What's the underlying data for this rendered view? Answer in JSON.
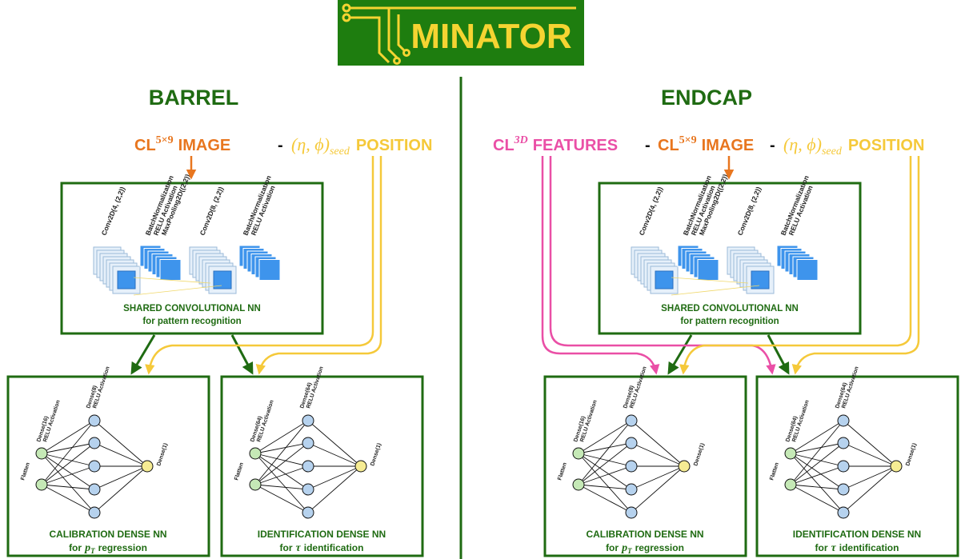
{
  "logo": {
    "text": "MINATOR",
    "bg": "#1e7d0f",
    "fg": "#f5d432"
  },
  "colors": {
    "green": "#1f6b12",
    "orange": "#e8761f",
    "yellow": "#f5c93a",
    "magenta": "#ea4fa6",
    "blue": "#3e94ec",
    "node_green": "#c5e9b6",
    "node_blue": "#b6d2ee",
    "node_yellow": "#f6ec93"
  },
  "barrel": {
    "title": "BARREL",
    "cl_label": "CL",
    "cl_sup": "5×9",
    "image_label": "IMAGE",
    "dash": "-",
    "pos_formula": "(η, ϕ)",
    "pos_sub": "seed",
    "pos_label": "POSITION"
  },
  "endcap": {
    "title": "ENDCAP",
    "cl3d_label": "CL",
    "cl3d_sup": "3D",
    "features_label": "FEATURES",
    "dash": "-",
    "cl_label": "CL",
    "cl_sup": "5×9",
    "image_label": "IMAGE",
    "pos_formula": "(η, ϕ)",
    "pos_sub": "seed",
    "pos_label": "POSITION"
  },
  "cnn": {
    "layer_labels": [
      [
        "Conv2D(4, (2,2))"
      ],
      [
        "BatchNormalization",
        "RELU Activation",
        "MaxPooling2D((2,2))"
      ],
      [
        "Conv2D(8, (2,2))"
      ],
      [
        "BatchNormalization",
        "RELU Activation"
      ]
    ],
    "caption1": "SHARED CONVOLUTIONAL NN",
    "caption2": "for pattern recognition"
  },
  "calib": {
    "caption1": "CALIBRATION DENSE NN",
    "caption2_pre": "for",
    "caption2_sym": "p",
    "caption2_sub": "T",
    "caption2_post": "regression",
    "labels": {
      "flatten": "Flatten",
      "dense1": [
        "Dense(16)",
        "RELU Activation"
      ],
      "dense2": [
        "Dense(8)",
        "RELU Activation"
      ],
      "out": "Dense(1)"
    }
  },
  "ident": {
    "caption1": "IDENTIFICATION  DENSE NN",
    "caption2_pre": "for",
    "caption2_sym": "τ",
    "caption2_post": "identification",
    "labels": {
      "flatten": "Flatten",
      "dense1": [
        "Dense(64)",
        "RELU Activation"
      ],
      "dense2": [
        "Dense(64)",
        "RELU Activation"
      ],
      "out": "Dense(1)"
    }
  }
}
